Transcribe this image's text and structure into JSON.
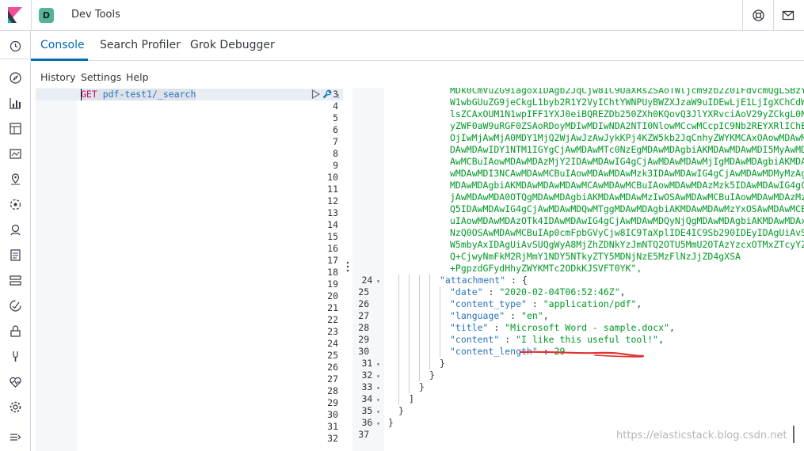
{
  "header": {
    "space_initial": "D",
    "app_title": "Dev Tools",
    "icons": [
      "kibana-logo",
      "help-icon",
      "mail-icon"
    ]
  },
  "leftnav": {
    "icons": [
      "clock-icon",
      "compass-icon",
      "visualize-icon",
      "dashboard-icon",
      "canvas-icon",
      "maps-icon",
      "ml-icon",
      "siem-icon",
      "logs-icon",
      "infrastructure-icon",
      "uptime-icon",
      "security-icon",
      "devtools-icon",
      "monitoring-icon",
      "management-icon",
      "collapse-icon"
    ]
  },
  "tabs": [
    {
      "label": "Console",
      "active": true
    },
    {
      "label": "Search Profiler",
      "active": false
    },
    {
      "label": "Grok Debugger",
      "active": false
    }
  ],
  "menu": {
    "history": "History",
    "settings": "Settings",
    "help": "Help"
  },
  "editor": {
    "line_numbers": [
      "3",
      "4",
      "5",
      "6",
      "7",
      "8",
      "9",
      "10",
      "11",
      "12",
      "13",
      "14",
      "15",
      "16",
      "17",
      "18",
      "19",
      "20",
      "21",
      "22",
      "23",
      "24",
      "25",
      "26",
      "27",
      "28",
      "29",
      "30",
      "31",
      "32"
    ],
    "method": "GET",
    "path": " pdf-test1/_search"
  },
  "output": {
    "base64_lines": [
      "MDk0CmVuZG9iagoxIDAgb2JqCjw8IC9UaXRsZSAoTWljcm9zb2Z0IFdvcmQgLSBzY",
      "W1wbGUuZG9jeCkgL1byb2R1Y2VyIChtYWNPUyBWZXJzaW9uIDEwLjE1LjIgXChCdW",
      "lsZCAxOUM1N1wpIFF1YXJ0eiBQREZDb250ZXh0KQovQ3JlYXRvciAoV29yZCkgL0N",
      "yZWF0aW9uRGF0ZSAoRDoyMDIwMDIwNDA2NTI0NlowMCcwMCcpIC9Nb2REYXRlIChE",
      "OjIwMjAwMjA0MDY1MjQ2WjAwJzAwJykKPj4KZW5kb2JqCnhyZWYKMCAxOAowMDAwM",
      "DAwMDAwIDY1NTM1IGYgCjAwMDAwMTc0NzEgMDAwMDAgbiAKMDAwMDAwMDI5MyAwMD",
      "AwMCBuIAowMDAwMDAzMjY2IDAwMDAwIG4gCjAwMDAwMDAwMjIgMDAwMDAgbiAKMDA",
      "wMDAwMDI3NCAwMDAwMCBuIAowMDAwMDAwMzk3IDAwMDAwIG4gCjAwMDAwMDMyMzAg",
      "MDAwMDAgbiAKMDAwMDAwMDAwMCAwMDAwMCBuIAowMDAwMDAzMzk5IDAwMDAwIG4gC",
      "jAwMDAwMDA0OTQgMDAwMDAgbiAKMDAwMDAwMzIwOSAwMDAwMCBuIAowMDAwMDAzMz",
      "Q5IDAwMDAwIG4gCjAwMDAwMDQwMTggMDAwMDAgbiAKMDAwMDAwMzYxOSAwMDAwMCB",
      "uIAowMDAwMDAzOTk4IDAwMDAwIG4gCjAwMDAwMDQyNjQgMDAwMDAgbiAKMDAwMDAx",
      "NzQ0OSAwMDAwMCBuIAp0cmFpbGVyCjw8IC9TaXplIDE4IC9Sb290IDEyIDAgUiAvS",
      "W5mbyAxIDAgUiAvSUQgWyA8MjZhZDNkYzJmNTQ2OTU5MmU2OTAzYzcxOTMxZTcyY2",
      "Q+CjwyNmFkM2RjMmY1NDY5NTkyZTY5MDNjNzE5MzFlNzJjZD4gXSA",
      "+PgpzdGFydHhyZWYKMTc2ODkKJSVFT0YK\","
    ],
    "lines": [
      {
        "n": "24",
        "fold": true,
        "text_key": "\"attachment\"",
        "text_rest": " : {"
      },
      {
        "n": "25",
        "fold": false,
        "text_key": "\"date\"",
        "text_rest": " : ",
        "text_val": "\"2020-02-04T06:52:46Z\"",
        "text_end": ","
      },
      {
        "n": "26",
        "fold": false,
        "text_key": "\"content_type\"",
        "text_rest": " : ",
        "text_val": "\"application/pdf\"",
        "text_end": ","
      },
      {
        "n": "27",
        "fold": false,
        "text_key": "\"language\"",
        "text_rest": " : ",
        "text_val": "\"en\"",
        "text_end": ","
      },
      {
        "n": "28",
        "fold": false,
        "text_key": "\"title\"",
        "text_rest": " : ",
        "text_val": "\"Microsoft Word - sample.docx\"",
        "text_end": ","
      },
      {
        "n": "29",
        "fold": false,
        "text_key": "\"content\"",
        "text_rest": " : ",
        "text_val": "\"I like this useful tool!\"",
        "text_end": ","
      },
      {
        "n": "30",
        "fold": false,
        "text_key": "\"content_length\"",
        "text_rest": " : ",
        "text_val": "29",
        "text_end": ""
      },
      {
        "n": "31",
        "fold": true,
        "text_rest": "}"
      },
      {
        "n": "32",
        "fold": true,
        "text_rest": "}"
      },
      {
        "n": "33",
        "fold": true,
        "text_rest": "}"
      },
      {
        "n": "34",
        "fold": true,
        "text_rest": "]"
      },
      {
        "n": "35",
        "fold": true,
        "text_rest": "}"
      },
      {
        "n": "36",
        "fold": true,
        "text_rest": "}"
      },
      {
        "n": "37",
        "fold": false,
        "text_rest": ""
      }
    ]
  },
  "watermark": "https://elasticstack.blog.csdn.net",
  "colors": {
    "accent": "#006bb4",
    "space_badge": "#54b399",
    "method": "#c80a68",
    "string": "#009926",
    "key": "#2973b7"
  }
}
